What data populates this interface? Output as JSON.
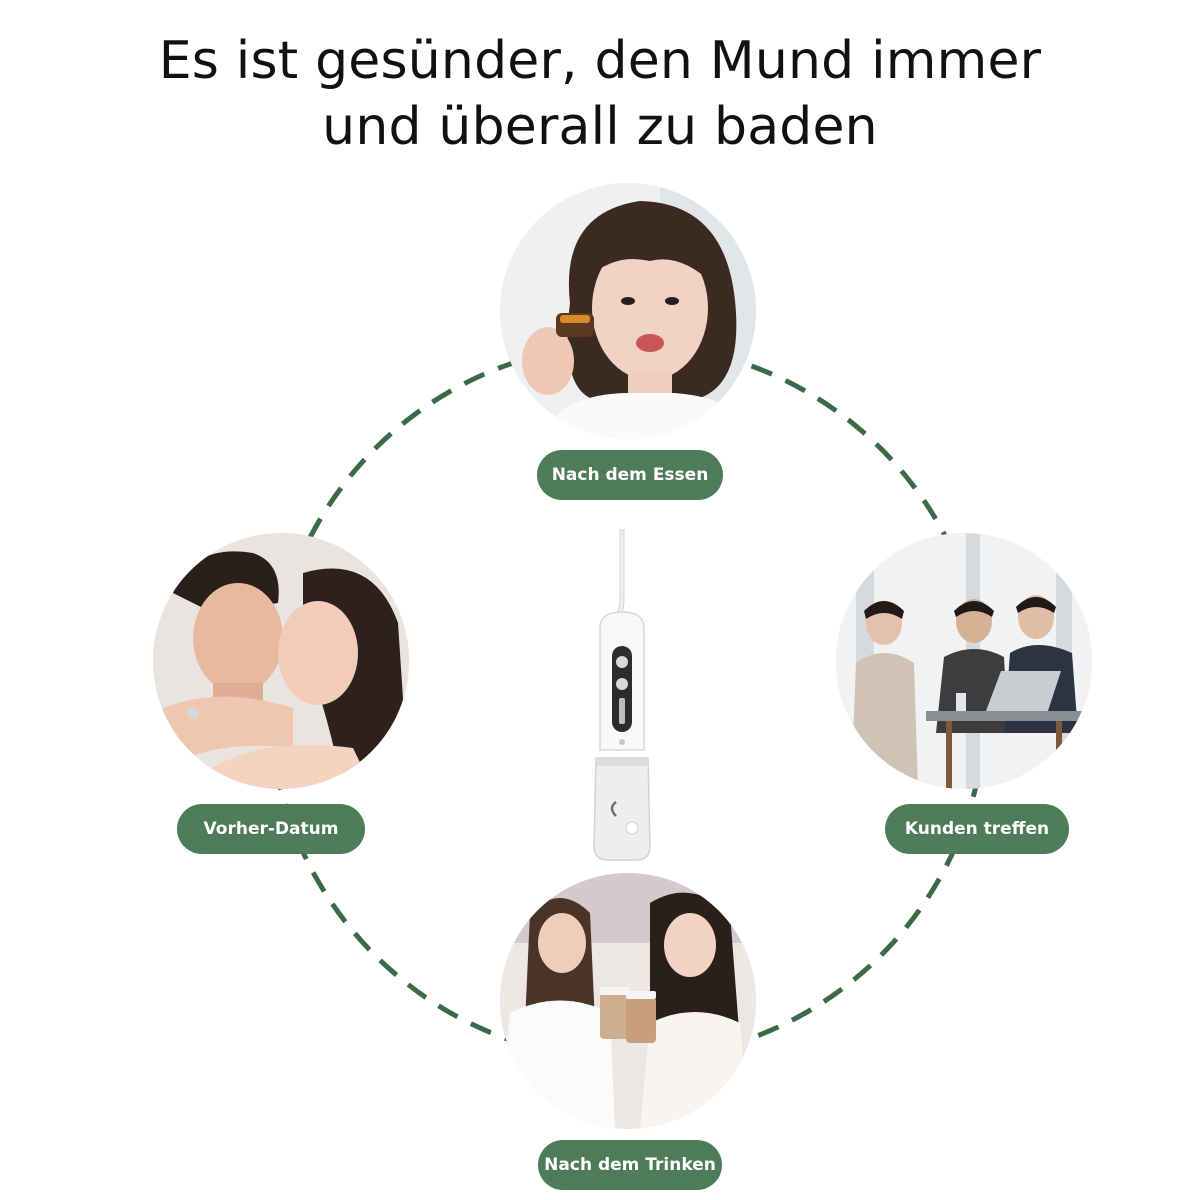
{
  "headline": {
    "line1": "Es ist gesünder, den Mund immer",
    "line2": "und überall zu baden"
  },
  "colors": {
    "accent": "#4e7b58",
    "ring": "#3d6a46",
    "text": "#111111"
  },
  "occasions": [
    {
      "label": "Nach dem Essen",
      "photo": "woman-eating-snack-photo"
    },
    {
      "label": "Vorher-Datum",
      "photo": "couple-kissing-photo"
    },
    {
      "label": "Kunden treffen",
      "photo": "business-meeting-photo"
    },
    {
      "label": "Nach dem Trinken",
      "photo": "women-drinking-milk-tea-photo"
    }
  ],
  "product": {
    "icon": "water-flosser-icon"
  }
}
